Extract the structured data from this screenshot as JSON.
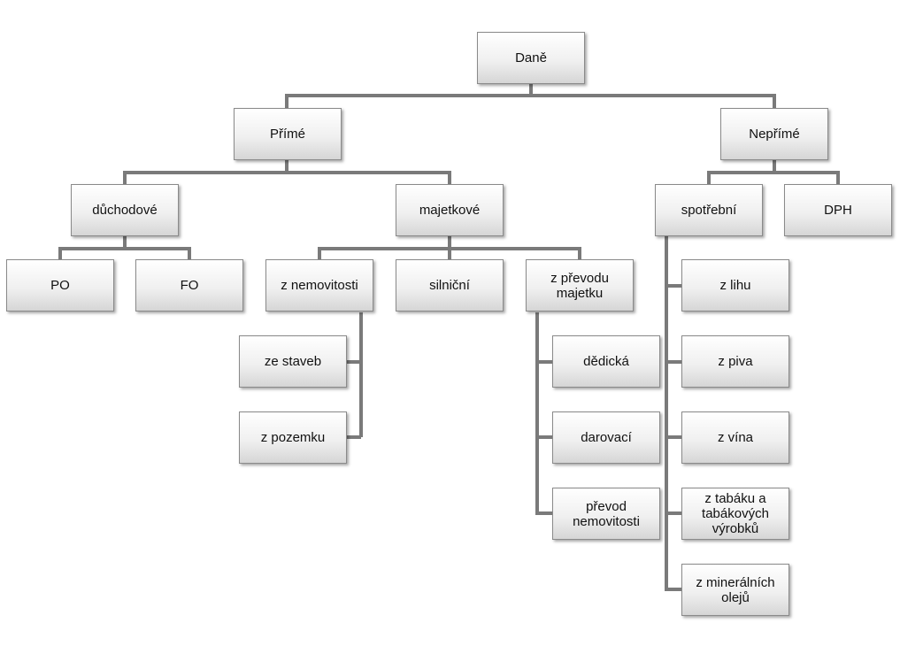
{
  "diagram": {
    "root": "Daně",
    "prime": {
      "label": "Přímé",
      "duchodove": {
        "label": "důchodové",
        "po": "PO",
        "fo": "FO"
      },
      "majetkove": {
        "label": "majetkové",
        "z_nemovitosti": {
          "label": "z nemovitosti",
          "ze_staveb": "ze staveb",
          "z_pozemku": "z pozemku"
        },
        "silnicni": "silniční",
        "z_prevodu": {
          "label": "z převodu\nmajetku",
          "dedicka": "dědická",
          "darovaci": "darovací",
          "prevod_nemovitosti": "převod\nnemovitosti"
        }
      }
    },
    "neprime": {
      "label": "Nepřímé",
      "spotrebni": {
        "label": "spotřební",
        "z_lihu": "z lihu",
        "z_piva": "z piva",
        "z_vina": "z vína",
        "z_tabaku": "z tabáku a\ntabákových\nvýrobků",
        "z_mineralnich": "z minerálních\nolejů"
      },
      "dph": "DPH"
    }
  }
}
